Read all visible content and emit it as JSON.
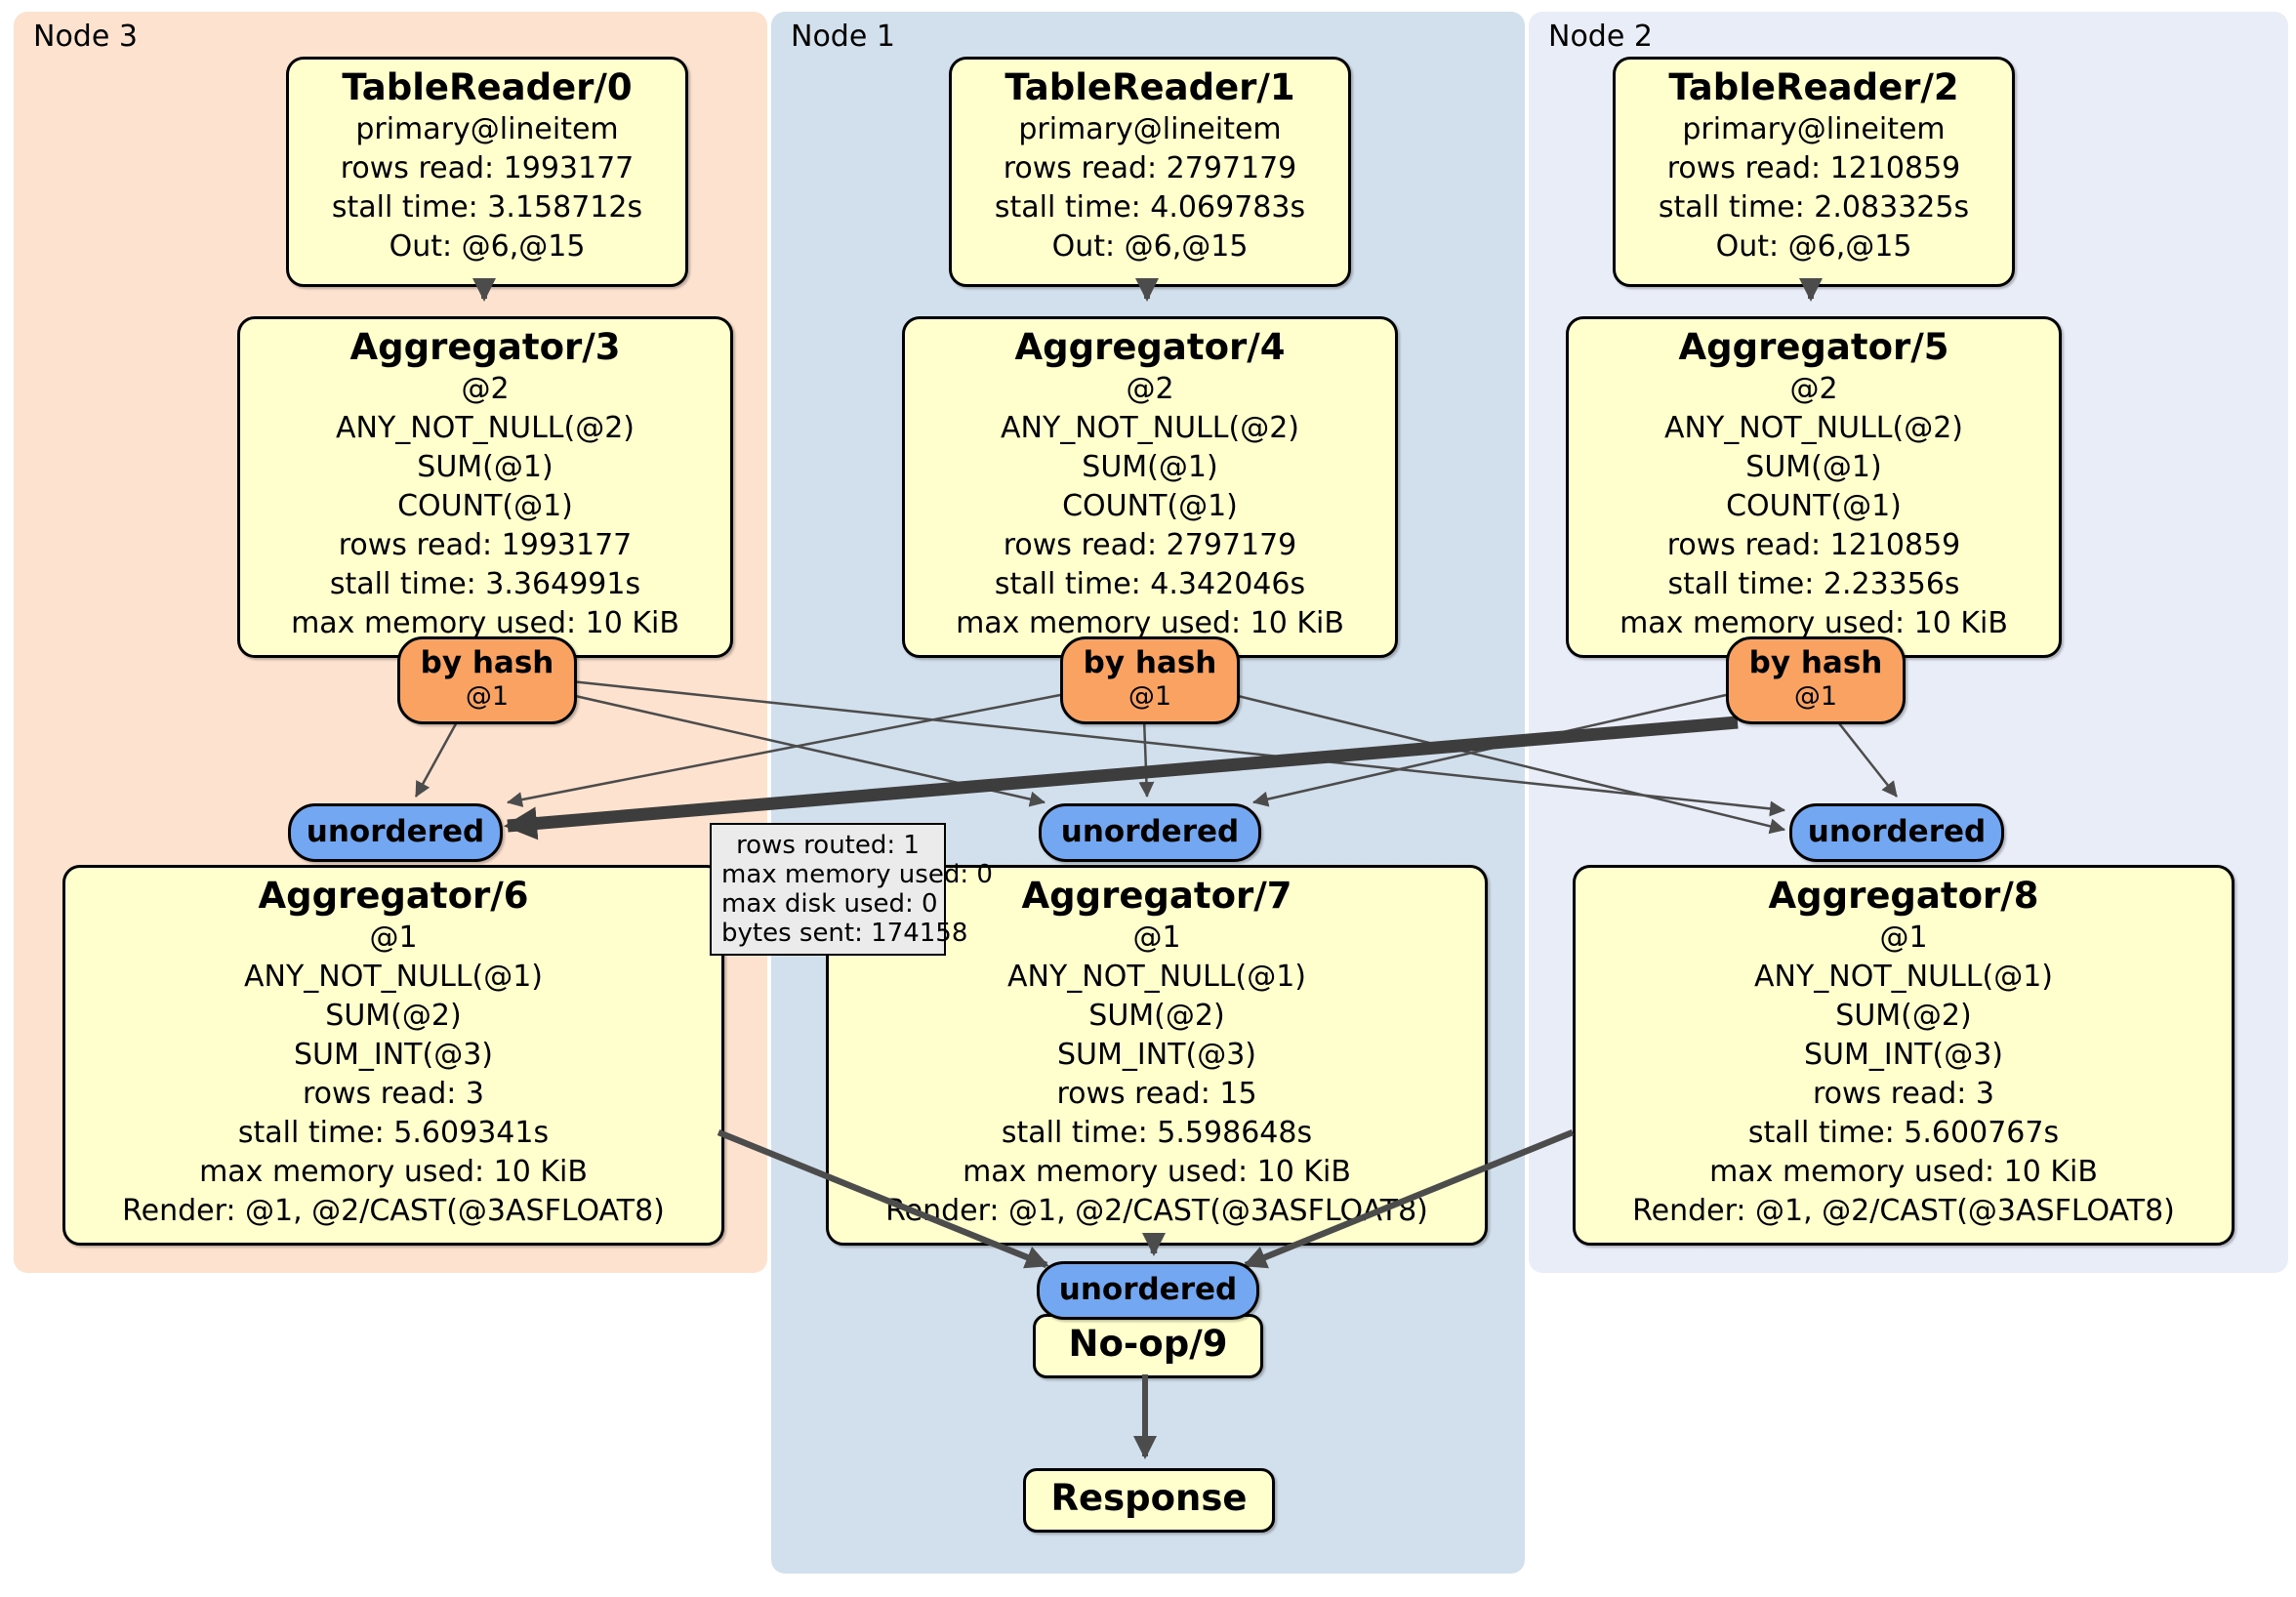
{
  "panels": {
    "node3": {
      "label": "Node 3"
    },
    "node1": {
      "label": "Node 1"
    },
    "node2": {
      "label": "Node 2"
    }
  },
  "nodes": {
    "tablereader0": {
      "title": "TableReader/0",
      "lines": [
        "primary@lineitem",
        "rows read: 1993177",
        "stall time: 3.158712s",
        "Out: @6,@15"
      ]
    },
    "tablereader1": {
      "title": "TableReader/1",
      "lines": [
        "primary@lineitem",
        "rows read: 2797179",
        "stall time: 4.069783s",
        "Out: @6,@15"
      ]
    },
    "tablereader2": {
      "title": "TableReader/2",
      "lines": [
        "primary@lineitem",
        "rows read: 1210859",
        "stall time: 2.083325s",
        "Out: @6,@15"
      ]
    },
    "aggregator3": {
      "title": "Aggregator/3",
      "lines": [
        "@2",
        "ANY_NOT_NULL(@2)",
        "SUM(@1)",
        "COUNT(@1)",
        "rows read: 1993177",
        "stall time: 3.364991s",
        "max memory used: 10 KiB"
      ]
    },
    "aggregator4": {
      "title": "Aggregator/4",
      "lines": [
        "@2",
        "ANY_NOT_NULL(@2)",
        "SUM(@1)",
        "COUNT(@1)",
        "rows read: 2797179",
        "stall time: 4.342046s",
        "max memory used: 10 KiB"
      ]
    },
    "aggregator5": {
      "title": "Aggregator/5",
      "lines": [
        "@2",
        "ANY_NOT_NULL(@2)",
        "SUM(@1)",
        "COUNT(@1)",
        "rows read: 1210859",
        "stall time: 2.23356s",
        "max memory used: 10 KiB"
      ]
    },
    "aggregator6": {
      "title": "Aggregator/6",
      "lines": [
        "@1",
        "ANY_NOT_NULL(@1)",
        "SUM(@2)",
        "SUM_INT(@3)",
        "rows read: 3",
        "stall time: 5.609341s",
        "max memory used: 10 KiB",
        "Render: @1, @2/CAST(@3ASFLOAT8)"
      ]
    },
    "aggregator7": {
      "title": "Aggregator/7",
      "lines": [
        "@1",
        "ANY_NOT_NULL(@1)",
        "SUM(@2)",
        "SUM_INT(@3)",
        "rows read: 15",
        "stall time: 5.598648s",
        "max memory used: 10 KiB",
        "Render: @1, @2/CAST(@3ASFLOAT8)"
      ]
    },
    "aggregator8": {
      "title": "Aggregator/8",
      "lines": [
        "@1",
        "ANY_NOT_NULL(@1)",
        "SUM(@2)",
        "SUM_INT(@3)",
        "rows read: 3",
        "stall time: 5.600767s",
        "max memory used: 10 KiB",
        "Render: @1, @2/CAST(@3ASFLOAT8)"
      ]
    },
    "noop9": {
      "title": "No-op/9"
    },
    "response": {
      "title": "Response"
    }
  },
  "routers": {
    "byhash3": {
      "label": "by hash",
      "sub": "@1"
    },
    "byhash4": {
      "label": "by hash",
      "sub": "@1"
    },
    "byhash5": {
      "label": "by hash",
      "sub": "@1"
    },
    "unordered6": {
      "label": "unordered"
    },
    "unordered7": {
      "label": "unordered"
    },
    "unordered8": {
      "label": "unordered"
    },
    "unordered9": {
      "label": "unordered"
    }
  },
  "edge_tooltip": {
    "lines": [
      "rows routed: 1",
      "max memory used: 0",
      "max disk used: 0",
      "bytes sent: 174158"
    ]
  },
  "colors": {
    "node_fill": "#ffffcd",
    "byhash_fill": "#f9a262",
    "unordered_fill": "#74a7f2",
    "panel_node3": "#fce2cf",
    "panel_node1": "#d2dfec",
    "panel_node2": "#e9edf8",
    "edge": "#4c4c4c",
    "edge_highlight": "#3d3d3d",
    "tooltip_bg": "#ebebeb"
  }
}
